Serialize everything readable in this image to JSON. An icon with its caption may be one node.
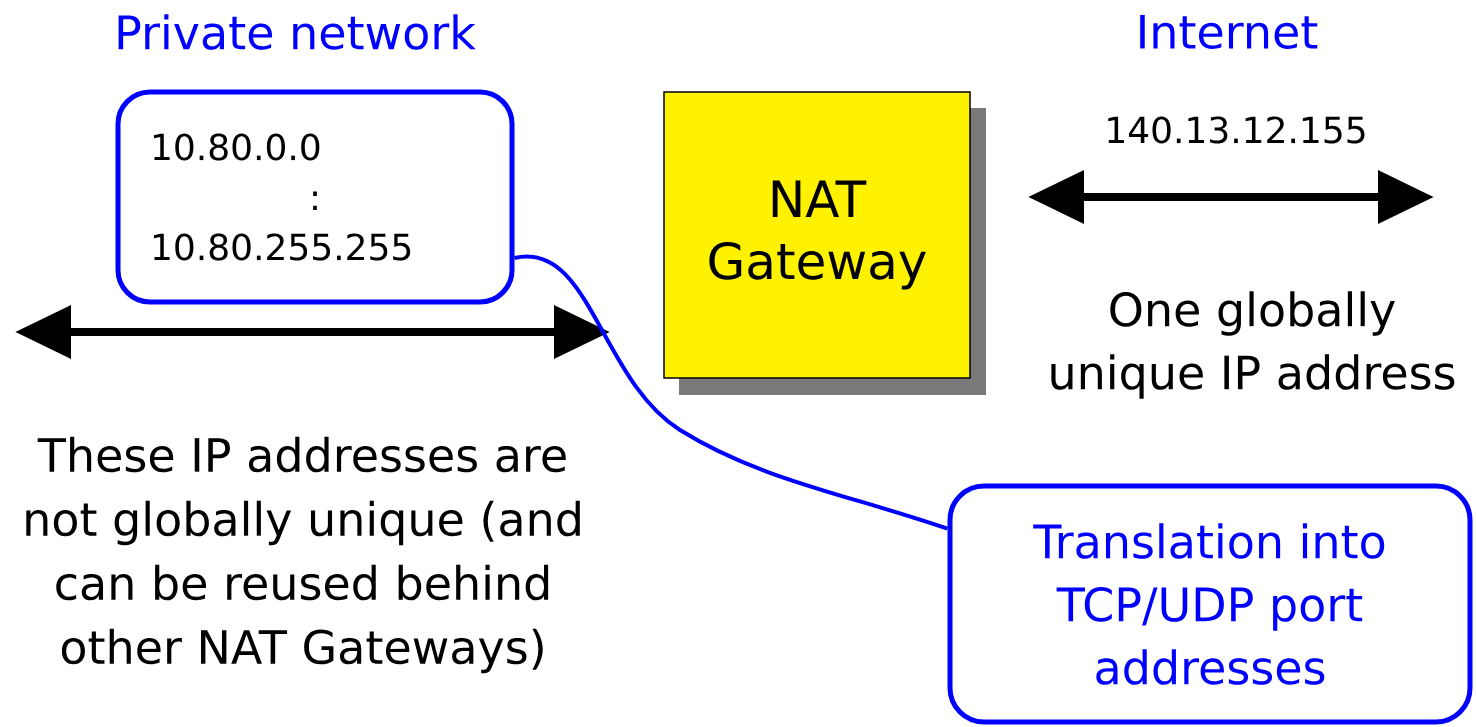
{
  "diagram": {
    "nodes": [
      {
        "text": [
          "10.80.0.0",
          ":",
          "10.80.255.255"
        ]
      },
      {
        "text": [
          "NAT Gateway"
        ]
      },
      {
        "text": [
          "Translation into TCP/UDP port addresses"
        ]
      }
    ],
    "edges": [
      {
        "from": 0,
        "to": 2,
        "arrow": "none",
        "color": "#0000ff"
      }
    ],
    "labels": [
      "Private network",
      "Internet",
      "140.13.12.155",
      "One globally unique IP address",
      "These IP addresses are not globally unique (and can be reused behind other NAT Gateways)"
    ]
  }
}
